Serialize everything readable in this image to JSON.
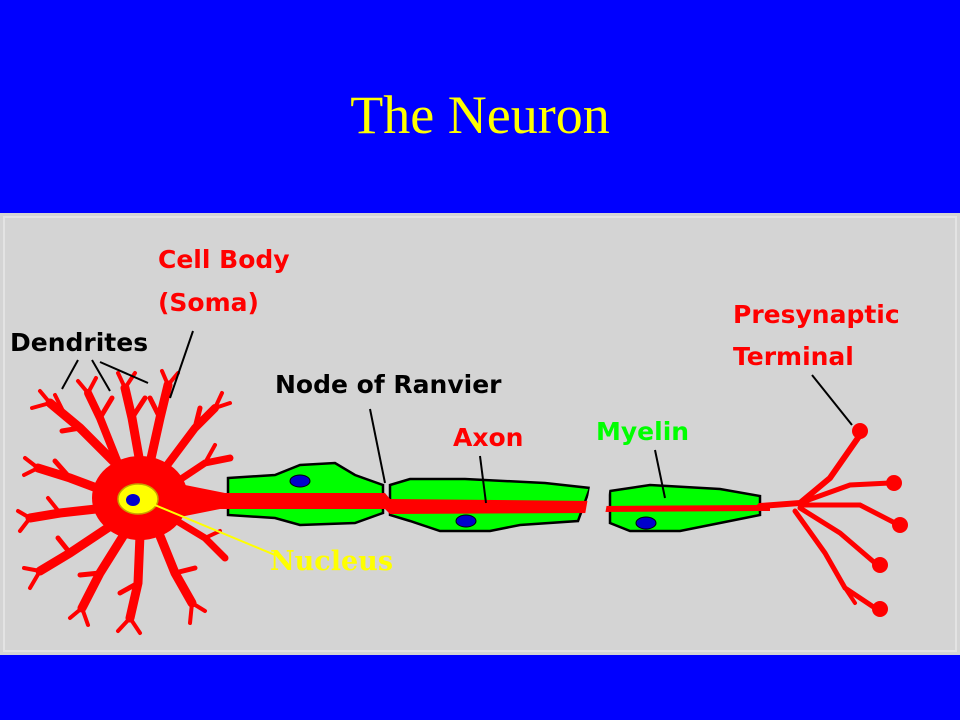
{
  "slide": {
    "title": "The Neuron"
  },
  "diagram": {
    "labels": {
      "cell_body_line1": "Cell Body",
      "cell_body_line2": "(Soma)",
      "dendrites": "Dendrites",
      "node_of_ranvier": "Node of Ranvier",
      "axon": "Axon",
      "myelin": "Myelin",
      "presynaptic_line1": "Presynaptic",
      "presynaptic_line2": "Terminal",
      "nucleus": "Nucleus"
    }
  },
  "colors": {
    "background": "#0000FF",
    "title": "#FFFF00",
    "panel": "#D4D4D4",
    "neuron": "#FF0000",
    "myelin": "#00FF00",
    "nucleus": "#FFFF00",
    "schwann_nucleus": "#0000CC",
    "black_label": "#000000",
    "red_label": "#FF0000",
    "green_label": "#00FF00",
    "yellow_label": "#FFFF00"
  }
}
